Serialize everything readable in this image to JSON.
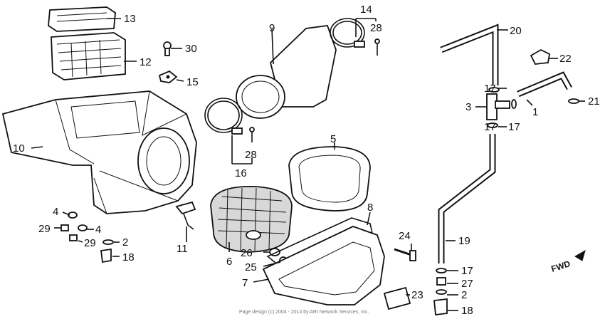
{
  "parts": {
    "p1": "1",
    "p2a": "2",
    "p2b": "2",
    "p3": "3",
    "p4a": "4",
    "p4b": "4",
    "p5": "5",
    "p6": "6",
    "p7": "7",
    "p8": "8",
    "p9": "9",
    "p10": "10",
    "p11": "11",
    "p12": "12",
    "p13": "13",
    "p14": "14",
    "p15": "15",
    "p16": "16",
    "p17a": "17",
    "p17b": "17",
    "p17c": "17",
    "p17d": "17",
    "p18a": "18",
    "p18b": "18",
    "p19": "19",
    "p20": "20",
    "p21": "21",
    "p22": "22",
    "p23": "23",
    "p24": "24",
    "p25": "25",
    "p26": "26",
    "p27": "27",
    "p28a": "28",
    "p28b": "28",
    "p29a": "29",
    "p29b": "29",
    "p30": "30"
  },
  "fwd_label": "FWD",
  "footer": "Page design (c) 2004 - 2014 by ARI Network Services, Inc."
}
